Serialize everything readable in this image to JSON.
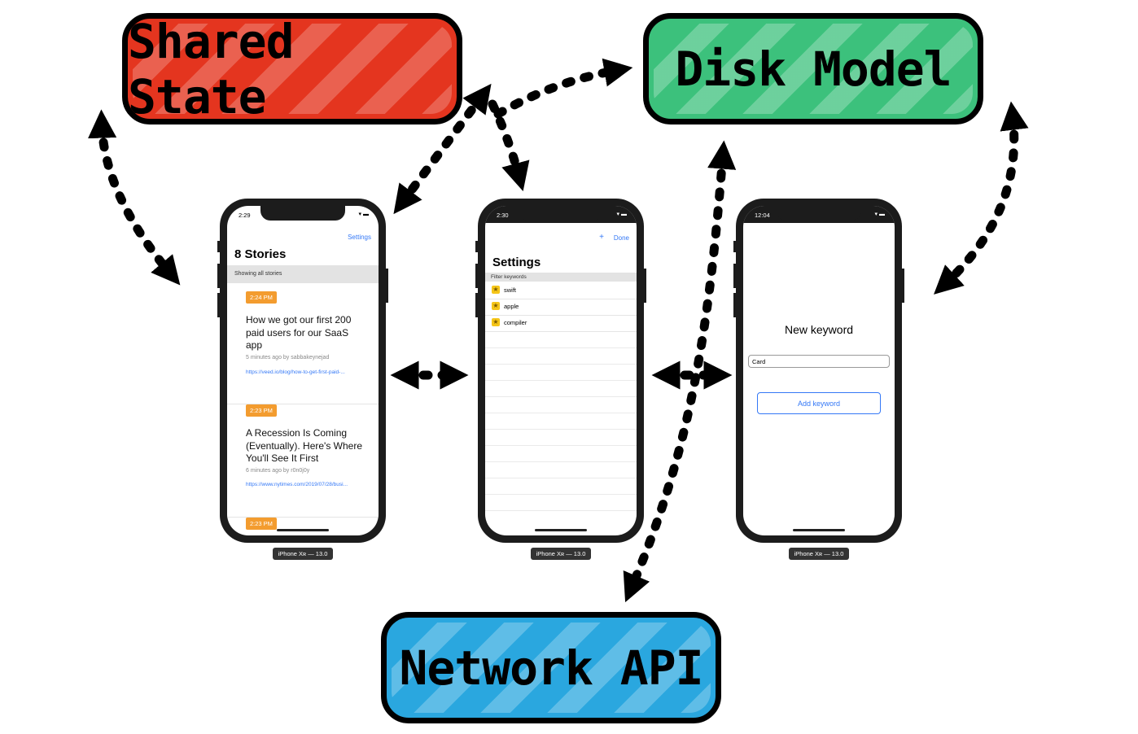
{
  "boxes": {
    "shared_state": "Shared State",
    "disk_model": "Disk Model",
    "network_api": "Network API"
  },
  "colors": {
    "shared_state": "#e4351f",
    "disk_model": "#3cc17c",
    "network_api": "#2aa7df",
    "story_time_badge": "#f39c2f",
    "link_blue": "#3478f6"
  },
  "phone1": {
    "time": "2:29",
    "settings_link": "Settings",
    "title": "8 Stories",
    "section": "Showing all stories",
    "stories": [
      {
        "time": "2:24 PM",
        "title": "How we got our first 200 paid users for our SaaS app",
        "meta": "5 minutes ago by sabbakeynejad",
        "url": "https://veed.io/blog/how-to-get-first-paid-..."
      },
      {
        "time": "2:23 PM",
        "title": "A Recession Is Coming (Eventually). Here's Where You'll See It First",
        "meta": "6 minutes ago by r0n0j0y",
        "url": "https://www.nytimes.com/2019/07/28/busi..."
      },
      {
        "time": "2:23 PM"
      }
    ],
    "caption": "iPhone Xʀ — 13.0"
  },
  "phone2": {
    "time": "2:30",
    "plus": "+",
    "done": "Done",
    "title": "Settings",
    "section": "Filter keywords",
    "keywords": [
      "swift",
      "apple",
      "compiler"
    ],
    "caption": "iPhone Xʀ — 13.0"
  },
  "phone3": {
    "time": "12:04",
    "title": "New keyword",
    "input_value": "Card",
    "button": "Add keyword",
    "caption": "iPhone Xʀ — 13.0"
  }
}
